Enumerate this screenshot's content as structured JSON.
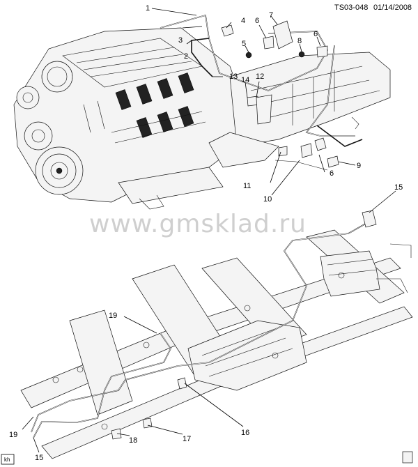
{
  "header": {
    "drawing_id": "TS03-048",
    "date": "01/14/2008"
  },
  "watermark": "www.gmsklad.ru",
  "corner_badge": "kh",
  "callouts": [
    {
      "id": "c1",
      "text": "1"
    },
    {
      "id": "c2",
      "text": "2"
    },
    {
      "id": "c3",
      "text": "3"
    },
    {
      "id": "c4",
      "text": "4"
    },
    {
      "id": "c5",
      "text": "5"
    },
    {
      "id": "c6a",
      "text": "6"
    },
    {
      "id": "c6b",
      "text": "6"
    },
    {
      "id": "c6c",
      "text": "6"
    },
    {
      "id": "c7",
      "text": "7"
    },
    {
      "id": "c8",
      "text": "8"
    },
    {
      "id": "c9",
      "text": "9"
    },
    {
      "id": "c10",
      "text": "10"
    },
    {
      "id": "c11",
      "text": "11"
    },
    {
      "id": "c12",
      "text": "12"
    },
    {
      "id": "c13",
      "text": "13"
    },
    {
      "id": "c14",
      "text": "14"
    },
    {
      "id": "c15a",
      "text": "15"
    },
    {
      "id": "c15b",
      "text": "15"
    },
    {
      "id": "c16",
      "text": "16"
    },
    {
      "id": "c17",
      "text": "17"
    },
    {
      "id": "c18",
      "text": "18"
    },
    {
      "id": "c19a",
      "text": "19"
    },
    {
      "id": "c19b",
      "text": "19"
    }
  ],
  "colors": {
    "line": "#000000",
    "watermark": "#cfcfcf",
    "fill": "#f4f4f4"
  }
}
